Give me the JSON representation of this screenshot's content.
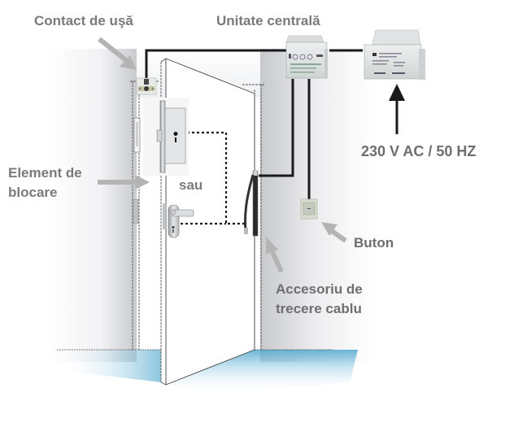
{
  "diagram": {
    "title": "Door access control wiring",
    "labels": {
      "door_contact": "Contact de uşă",
      "central_unit": "Unitate centrală",
      "power_supply": "230 V AC / 50 HZ",
      "locking_element_line1": "Element de",
      "locking_element_line2": "blocare",
      "or": "sau",
      "button": "Buton",
      "cable_accessory_line1": "Accesoriu de",
      "cable_accessory_line2": "trecere cablu"
    },
    "components": [
      {
        "id": "door-contact",
        "name": "Contact de uşă"
      },
      {
        "id": "central-unit",
        "name": "Unitate centrală"
      },
      {
        "id": "power-supply-unit",
        "name": "230 V AC / 50 HZ"
      },
      {
        "id": "mortise-lock",
        "name": "Element de blocare"
      },
      {
        "id": "door-handle",
        "name": "Element de blocare"
      },
      {
        "id": "push-button",
        "name": "Buton"
      },
      {
        "id": "cable-transition",
        "name": "Accesoriu de trecere cablu"
      }
    ],
    "colors": {
      "label_text": "#7a7a7a",
      "pointer_arrow": "#b4b4b4",
      "wire": "#1a1a1a",
      "floor_shadow": "#5aaed0",
      "device_body": "#dfe3e2"
    }
  }
}
